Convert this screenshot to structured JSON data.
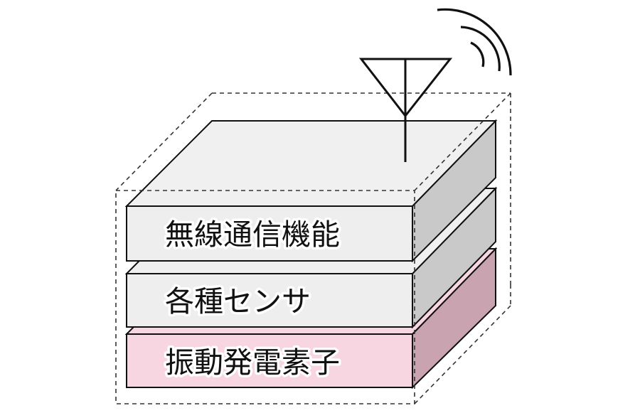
{
  "layers": [
    {
      "label": "無線通信機能",
      "color_front": "#eeeeee",
      "color_top": "#f0f0f0",
      "color_side": "#c9c9c9"
    },
    {
      "label": "各種センサ",
      "color_front": "#eeeeee",
      "color_top": "#f0f0f0",
      "color_side": "#c9c9c9"
    },
    {
      "label": "振動発電素子",
      "color_front": "#f7d6e2",
      "color_top": "#f7d6e2",
      "color_side": "#c9a4b0"
    }
  ],
  "colors": {
    "outline": "#111111",
    "dashed_box": "#333333",
    "background": "#ffffff"
  },
  "icons": {
    "antenna": "antenna-icon",
    "signal": "wireless-signal-icon"
  }
}
